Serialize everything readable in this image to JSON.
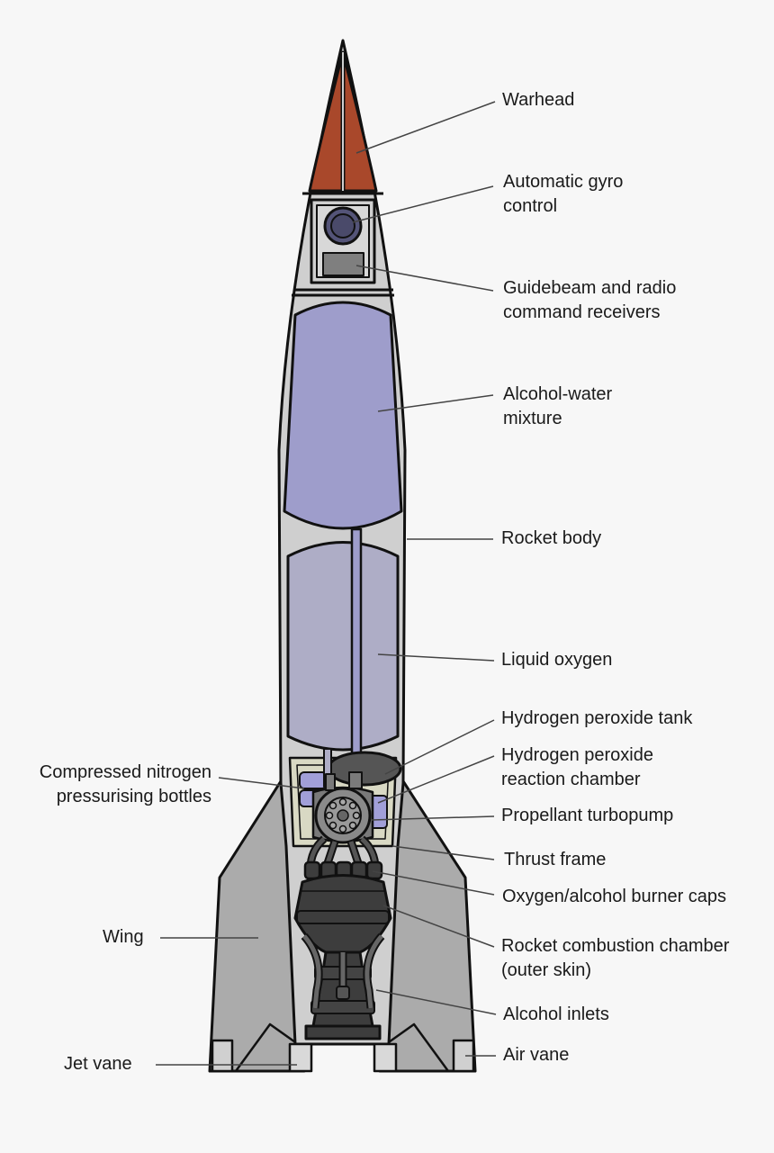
{
  "colors": {
    "background": "#f7f7f7",
    "outline": "#111111",
    "body": "#cfcfcf",
    "warhead": "#a9482b",
    "alcohol_tank": "#9e9dcb",
    "lox_tank": "#aeadc6",
    "wing": "#ababab",
    "engine": "#3d3d3d",
    "pump": "#7a7a7a",
    "bottle": "#a19fd8",
    "frame": "#d9d9c4"
  },
  "labels": {
    "warhead": "Warhead",
    "gyro_l1": "Automatic gyro",
    "gyro_l2": "control",
    "guide_l1": "Guidebeam and radio",
    "guide_l2": "command receivers",
    "alcohol_l1": "Alcohol-water",
    "alcohol_l2": "mixture",
    "body": "Rocket body",
    "lox": "Liquid oxygen",
    "h2o2_tank": "Hydrogen peroxide tank",
    "h2o2_react_l1": "Hydrogen peroxide",
    "h2o2_react_l2": "reaction chamber",
    "turbopump": "Propellant turbopump",
    "thrust_frame": "Thrust frame",
    "burner_caps": "Oxygen/alcohol burner caps",
    "combustion_l1": "Rocket combustion chamber",
    "combustion_l2": "(outer skin)",
    "alcohol_inlets": "Alcohol inlets",
    "air_vane": "Air vane",
    "nitrogen_l1": "Compressed nitrogen",
    "nitrogen_l2": "pressurising bottles",
    "wing": "Wing",
    "jet_vane": "Jet vane"
  }
}
